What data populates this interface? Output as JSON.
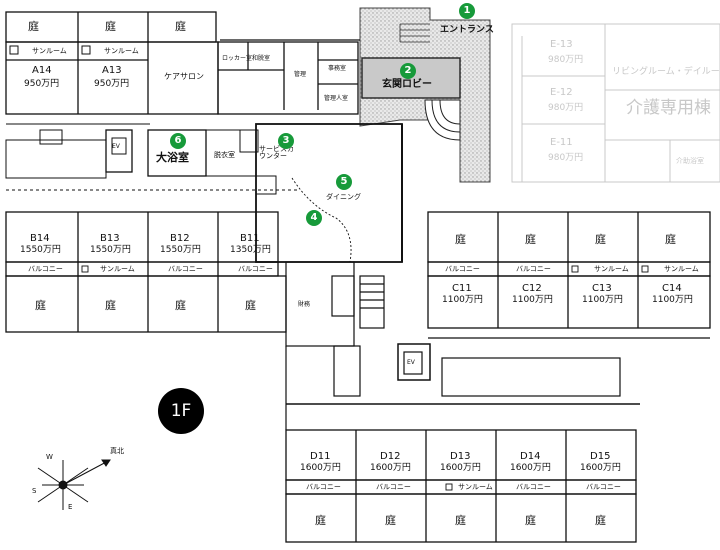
{
  "floor_label": "1F",
  "markers": [
    "1",
    "2",
    "3",
    "4",
    "5",
    "6"
  ],
  "labels": {
    "entrance": "エントランス",
    "lobby": "玄関ロビー",
    "service_counter": "サービスカウンター",
    "dining": "ダイニング",
    "bath": "大浴室",
    "changing": "脱衣室",
    "care_salon": "ケアサロン",
    "japanese_room": "和脱室",
    "locker": "ロッカー室",
    "manager": "管理",
    "office": "事務室",
    "manager_room": "管理人室",
    "stock": "財務",
    "garden": "庭",
    "sunroom": "サンルーム",
    "balcony": "バルコニー",
    "ev": "EV",
    "compass_n": "真北",
    "compass_w": "W",
    "compass_s": "S",
    "compass_e": "E"
  },
  "east_wing": {
    "units": [
      {
        "name": "E-13",
        "price": "980万円"
      },
      {
        "name": "E-12",
        "price": "980万円"
      },
      {
        "name": "E-11",
        "price": "980万円"
      }
    ],
    "living": "リビングルーム・デイルー",
    "care_title": "介護専用棟",
    "care_bath": "介助浴室"
  },
  "units_a": [
    {
      "name": "A14",
      "price": "950万円"
    },
    {
      "name": "A13",
      "price": "950万円"
    }
  ],
  "units_b": [
    {
      "name": "B14",
      "price": "1550万円"
    },
    {
      "name": "B13",
      "price": "1550万円"
    },
    {
      "name": "B12",
      "price": "1550万円"
    },
    {
      "name": "B11",
      "price": "1350万円"
    }
  ],
  "units_c": [
    {
      "name": "C11",
      "price": "1100万円"
    },
    {
      "name": "C12",
      "price": "1100万円"
    },
    {
      "name": "C13",
      "price": "1100万円"
    },
    {
      "name": "C14",
      "price": "1100万円"
    }
  ],
  "units_d": [
    {
      "name": "D11",
      "price": "1600万円"
    },
    {
      "name": "D12",
      "price": "1600万円"
    },
    {
      "name": "D13",
      "price": "1600万円"
    },
    {
      "name": "D14",
      "price": "1600万円"
    },
    {
      "name": "D15",
      "price": "1600万円"
    }
  ]
}
